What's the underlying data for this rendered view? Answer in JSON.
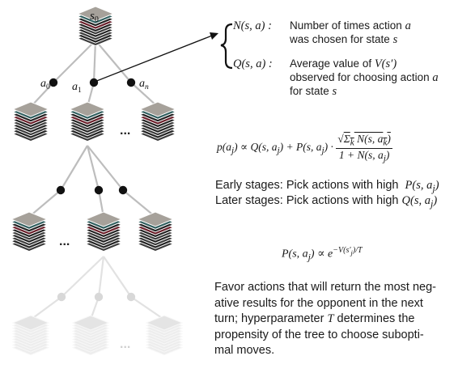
{
  "tree": {
    "root_label": "s0",
    "action_labels": [
      "a0",
      "a1",
      "an"
    ],
    "ellipsis": "..."
  },
  "definitions": {
    "N_symbol": "N(s, a) :",
    "N_text_line1": "Number of times action a",
    "N_text_line2": "was chosen for state s",
    "Q_symbol": "Q(s, a) :",
    "Q_text_line1": "Average value of V(s′)",
    "Q_text_line2": "observed for choosing action a",
    "Q_text_line3": "for state s"
  },
  "formula_selection": {
    "lhs": "p(aj) ∝ Q(s, aj) + P(s, aj) ·",
    "numerator": "√Σk N(s, ak)",
    "denominator": "1 + N(s, aj)"
  },
  "stages": {
    "early_text": "Early stages: Pick actions with high",
    "early_term": "P(s, aj)",
    "later_text": "Later stages: Pick actions with high",
    "later_term": "Q(s, aj)"
  },
  "formula_softmax": "P(s, aj) ∝ e−V(s′j)/T",
  "favor_text": "Favor actions that will return the most negative results for the opponent in the next turn; hyperparameter T determines the propensity of the tree to choose suboptimal moves.",
  "colors": {
    "top_plate": "#a6a19a",
    "teal_plate": "#2f5e5e",
    "maroon_plate": "#6b1f2a",
    "dark_plate": "#222222",
    "edge": "#bdbdbd",
    "node_dot": "#111111",
    "faded": "#dddddd"
  }
}
